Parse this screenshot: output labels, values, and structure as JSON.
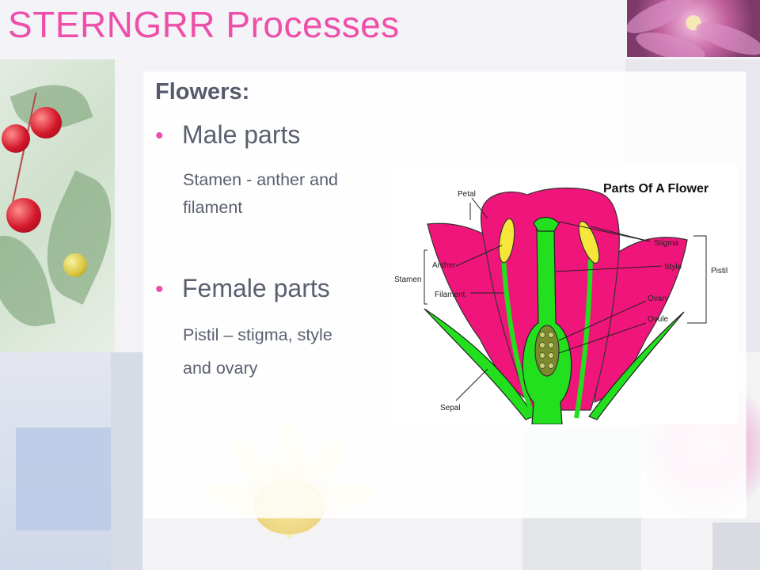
{
  "slide": {
    "title": "STERNGRR Processes",
    "heading": "Flowers:",
    "bullets": [
      {
        "label": "Male parts",
        "detail": [
          "Stamen - anther and",
          "filament"
        ]
      },
      {
        "label": "Female parts",
        "detail": [
          "Pistil – stigma, style",
          "and ovary"
        ]
      }
    ],
    "bullet_symbol": "•"
  },
  "diagram": {
    "title": "Parts Of A Flower",
    "labels": {
      "petal": "Petal",
      "stigma": "Stigma",
      "style": "Style",
      "pistil": "Pistil",
      "stamen": "Stamen",
      "anther": "Anther",
      "filament": "Filament",
      "ovary": "Ovary",
      "ovule": "Ovule",
      "sepal": "Sepal"
    }
  },
  "colors": {
    "title": "#ee4fa9",
    "body_text": "#5a6070",
    "petal": "#f0157a",
    "green": "#22e01e",
    "anther": "#f6e63a"
  }
}
